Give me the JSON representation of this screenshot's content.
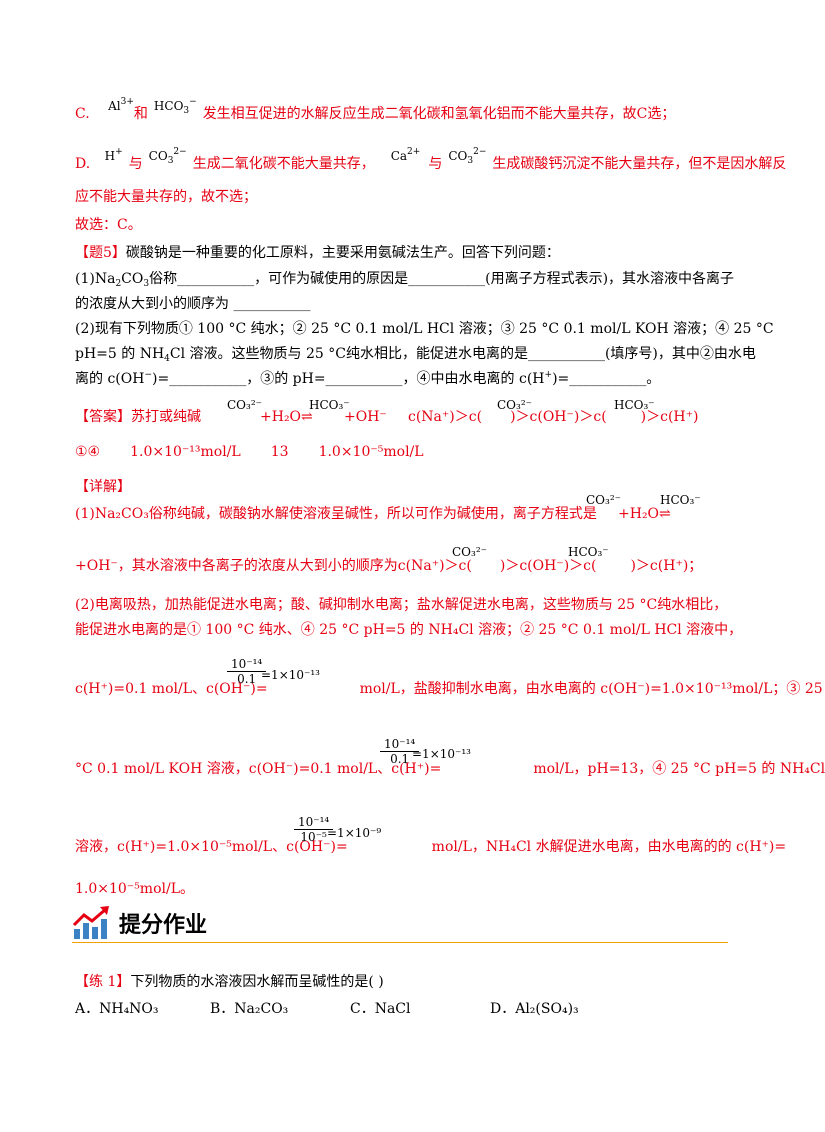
{
  "c_line": {
    "prefix": "C. ",
    "al": "Al",
    "al_sup": "3+",
    "he": "和",
    "hco3": "HCO",
    "hco3_sub": "3",
    "hco3_sup": "−",
    "text": "发生相互促进的水解反应生成二氧化碳和氢氧化铝而不能大量共存，故C选；"
  },
  "d_line": {
    "prefix": "D. ",
    "h": "H",
    "h_sup": "+",
    "yu1": "与",
    "co3": "CO",
    "co3_sub": "3",
    "co3_sup": "2−",
    "t1": "生成二氧化碳不能大量共存，",
    "ca": "Ca",
    "ca_sup": "2+",
    "yu2": "与",
    "t2": "生成碳酸钙沉淀不能大量共存，但不是因水解反",
    "t3": "应不能大量共存的，故不选；"
  },
  "conclusion": "故选：C。",
  "q5": {
    "tag": "【题5】",
    "intro": "碳酸钠是一种重要的化工原料，主要采用氨碱法生产。回答下列问题：",
    "p1a": "(1)Na",
    "p1b": "CO",
    "p1c": "俗称___________，可作为碱使用的原因是___________(用离子方程式表示)，其水溶液中各离子",
    "p1d": "的浓度从大到小的顺序为 ___________",
    "p2a": "(2)现有下列物质① 100 °C  纯水；② 25 °C 0.1 mol/L HCl 溶液；③ 25 °C 0.1 mol/L KOH 溶液；④ 25 °C",
    "p2b": "pH=5 的 NH",
    "p2c": "Cl 溶液。这些物质与 25 °C纯水相比，能促进水电离的是___________(填序号)，其中②由水电",
    "p2d": "离的 c(OH",
    "p2e": ")=___________，③的 pH=___________，④中由水电离的 c(H",
    "p2f": ")=___________。"
  },
  "answer": {
    "tag": "【答案】",
    "a1": "苏打或纯碱",
    "eq_h2o": "+H₂O⇌",
    "eq_oh": "+OH⁻",
    "order": [
      "c(Na⁺)＞c(",
      ")＞c(OH⁻)＞c(",
      ")＞c(H⁺)"
    ],
    "row2": [
      "①④",
      "1.0×10⁻¹³mol/L",
      "13",
      "1.0×10⁻⁵mol/L"
    ]
  },
  "detail": {
    "tag": "【详解】",
    "l1": "(1)Na₂CO₃俗称纯碱，碳酸钠水解使溶液呈碱性，所以可作为碱使用，离子方程式是",
    "l1_end": "+H₂O⇌",
    "l2": "+OH⁻，其水溶液中各离子的浓度从大到小的顺序为c(Na⁺)＞c(",
    "l2b": ")＞c(OH⁻)＞c(",
    "l2c": ")＞c(H⁺)；",
    "l3": "(2)电离吸热，加热能促进水电离；酸、碱抑制水电离；盐水解促进水电离，这些物质与 25 °C纯水相比，",
    "l4": "能促进水电离的是① 100 °C  纯水、④ 25 °C pH=5 的 NH₄Cl 溶液；② 25 °C 0.1 mol/L HCl 溶液中，",
    "l5a": "c(H⁺)=0.1 mol/L、c(OH⁻)=",
    "l5b": "mol/L，盐酸抑制水电离，由水电离的 c(OH⁻)=1.0×10⁻¹³mol/L；③ 25",
    "l6a": "°C 0.1 mol/L KOH 溶液，c(OH⁻)=0.1 mol/L、c(H⁺)=",
    "l6b": "mol/L，pH=13，④ 25 °C pH=5 的 NH₄Cl",
    "l7a": "溶液，c(H⁺)=1.0×10⁻⁵mol/L、c(OH⁻)=",
    "l7b": "mol/L，NH₄Cl 水解促进水电离，由水电离的的 c(H⁺)=",
    "l8": "1.0×10⁻⁵mol/L。",
    "frac1": {
      "num": "10⁻¹⁴",
      "den": "0.1",
      "res": "=1×10⁻¹³"
    },
    "frac2": {
      "num": "10⁻¹⁴",
      "den": "0.1",
      "res": "=1×10⁻¹³"
    },
    "frac3": {
      "num": "10⁻¹⁴",
      "den": "10⁻⁵",
      "res": "=1×10⁻⁹"
    }
  },
  "section": {
    "title": "提分作业"
  },
  "ex1": {
    "tag": "【练 1】",
    "q": "下列物质的水溶液因水解而呈碱性的是(    )",
    "options": [
      "A．NH₄NO₃",
      "B．Na₂CO₃",
      "C．NaCl",
      "D．Al₂(SO₄)₃"
    ]
  },
  "ion": {
    "co3": "CO₃²⁻",
    "hco3": "HCO₃⁻"
  },
  "colors": {
    "answer": "#e60012",
    "accent_line": "#f0a000",
    "icon_red": "#e60012",
    "icon_blue": "#3b82c4"
  }
}
